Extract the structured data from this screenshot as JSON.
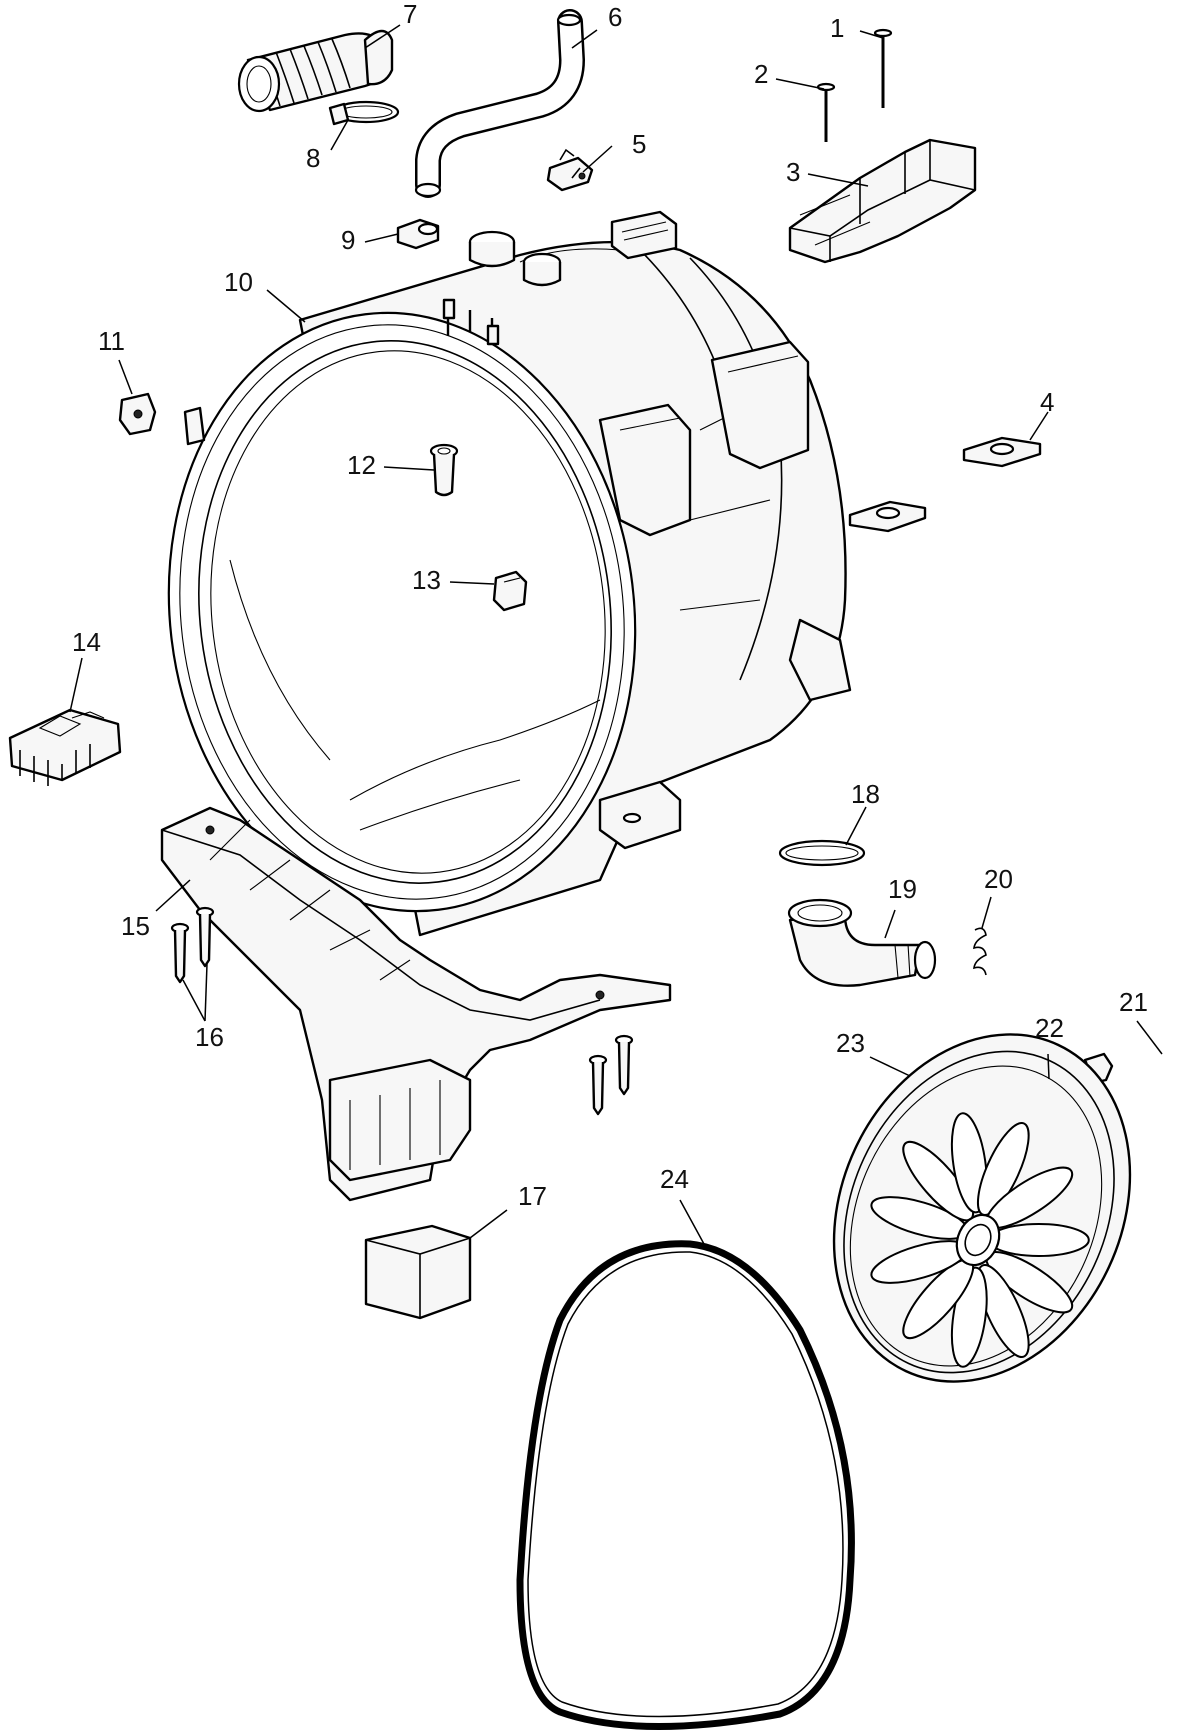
{
  "callouts": [
    "1",
    "2",
    "3",
    "4",
    "5",
    "6",
    "7",
    "8",
    "9",
    "10",
    "11",
    "12",
    "13",
    "14",
    "15",
    "16",
    "17",
    "18",
    "19",
    "20",
    "21",
    "22",
    "23",
    "24"
  ]
}
